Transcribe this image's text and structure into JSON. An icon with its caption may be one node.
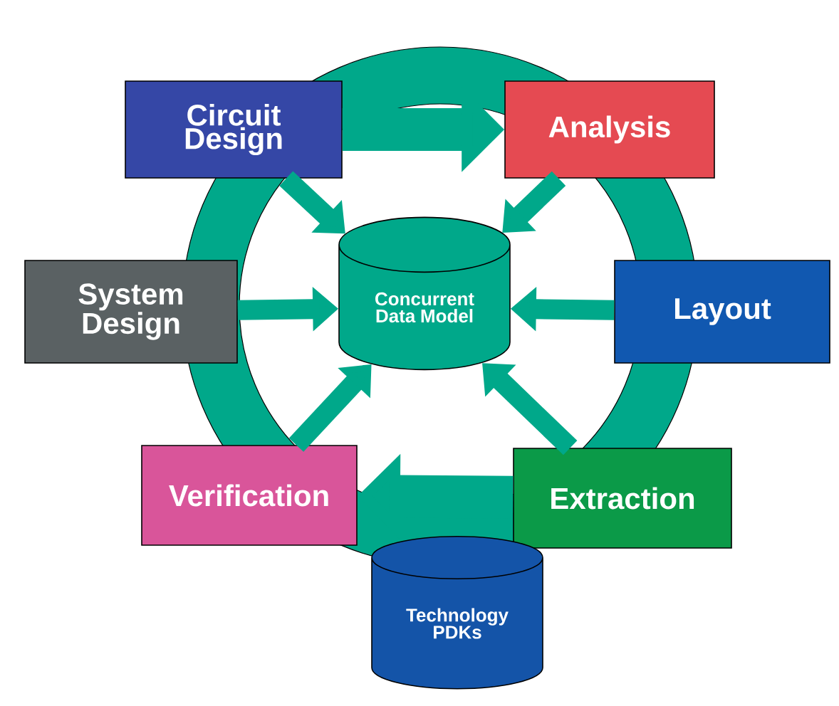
{
  "diagram": {
    "nodes": [
      {
        "text": [
          "Circuit Design"
        ]
      },
      {
        "text": [
          "Analysis"
        ]
      },
      {
        "text": [
          "System Design"
        ]
      },
      {
        "text": [
          "Concurrent Data Model"
        ]
      },
      {
        "text": [
          "Layout"
        ]
      },
      {
        "text": [
          "Verification"
        ]
      },
      {
        "text": [
          "Extraction"
        ]
      },
      {
        "text": [
          "Technology PDKs"
        ]
      }
    ],
    "edges": [
      {
        "from": 0,
        "to": 1,
        "arrow": "to",
        "style": "thick"
      },
      {
        "from": 6,
        "to": 5,
        "arrow": "to",
        "style": "thick"
      },
      {
        "from": 0,
        "to": 3,
        "arrow": "to"
      },
      {
        "from": 1,
        "to": 3,
        "arrow": "to"
      },
      {
        "from": 2,
        "to": 3,
        "arrow": "to"
      },
      {
        "from": 4,
        "to": 3,
        "arrow": "to"
      },
      {
        "from": 5,
        "to": 3,
        "arrow": "to"
      },
      {
        "from": 6,
        "to": 3,
        "arrow": "to"
      }
    ]
  }
}
